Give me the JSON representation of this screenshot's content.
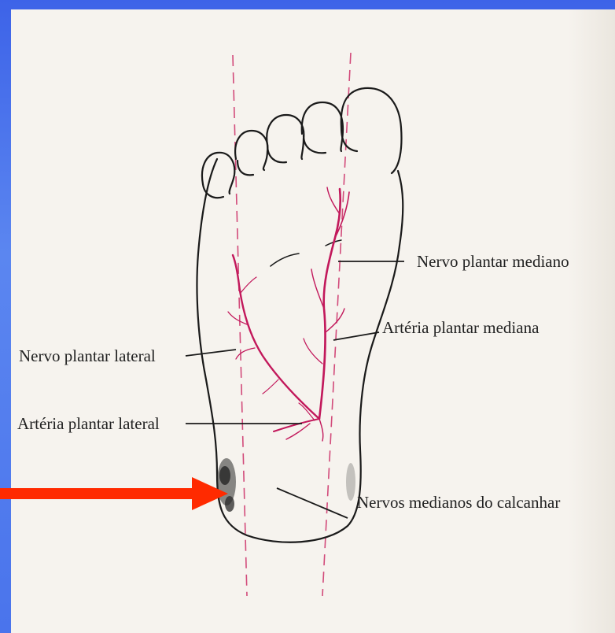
{
  "labels": {
    "nervo_plantar_mediano": "Nervo plantar mediano",
    "arteria_plantar_mediana": "Artéria plantar mediana",
    "nervo_plantar_lateral": "Nervo plantar lateral",
    "arteria_plantar_lateral": "Artéria plantar lateral",
    "nervos_medianos_calcanhar": "Nervos medianos do calcanhar"
  },
  "colors": {
    "background": "#4a74ec",
    "paper": "#f6f3ee",
    "outline": "#1a1a1a",
    "vessel": "#c2185b",
    "dashed_guide": "#d24a7a",
    "arrow": "#ff2a00",
    "shading": "#2a2a2a"
  }
}
